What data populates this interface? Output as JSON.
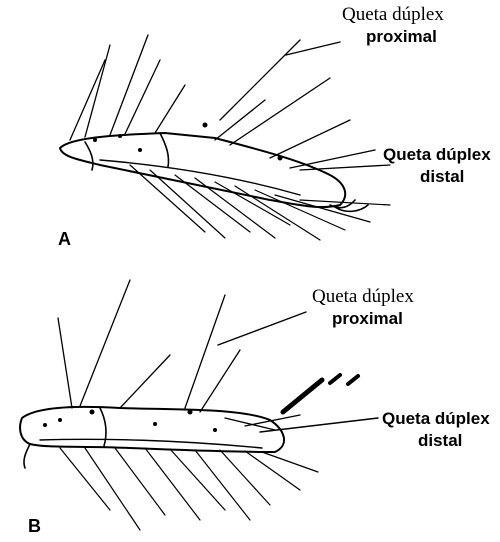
{
  "panel_a": {
    "letter": "A",
    "label_top_line1": "Queta dúplex",
    "label_top_line2": "proximal",
    "label_right_line1": "Queta dúplex",
    "label_right_line2": "distal"
  },
  "panel_b": {
    "letter": "B",
    "label_top_line1": "Queta dúplex",
    "label_top_line2": "proximal",
    "label_right_line1": "Queta dúplex",
    "label_right_line2": "distal"
  }
}
